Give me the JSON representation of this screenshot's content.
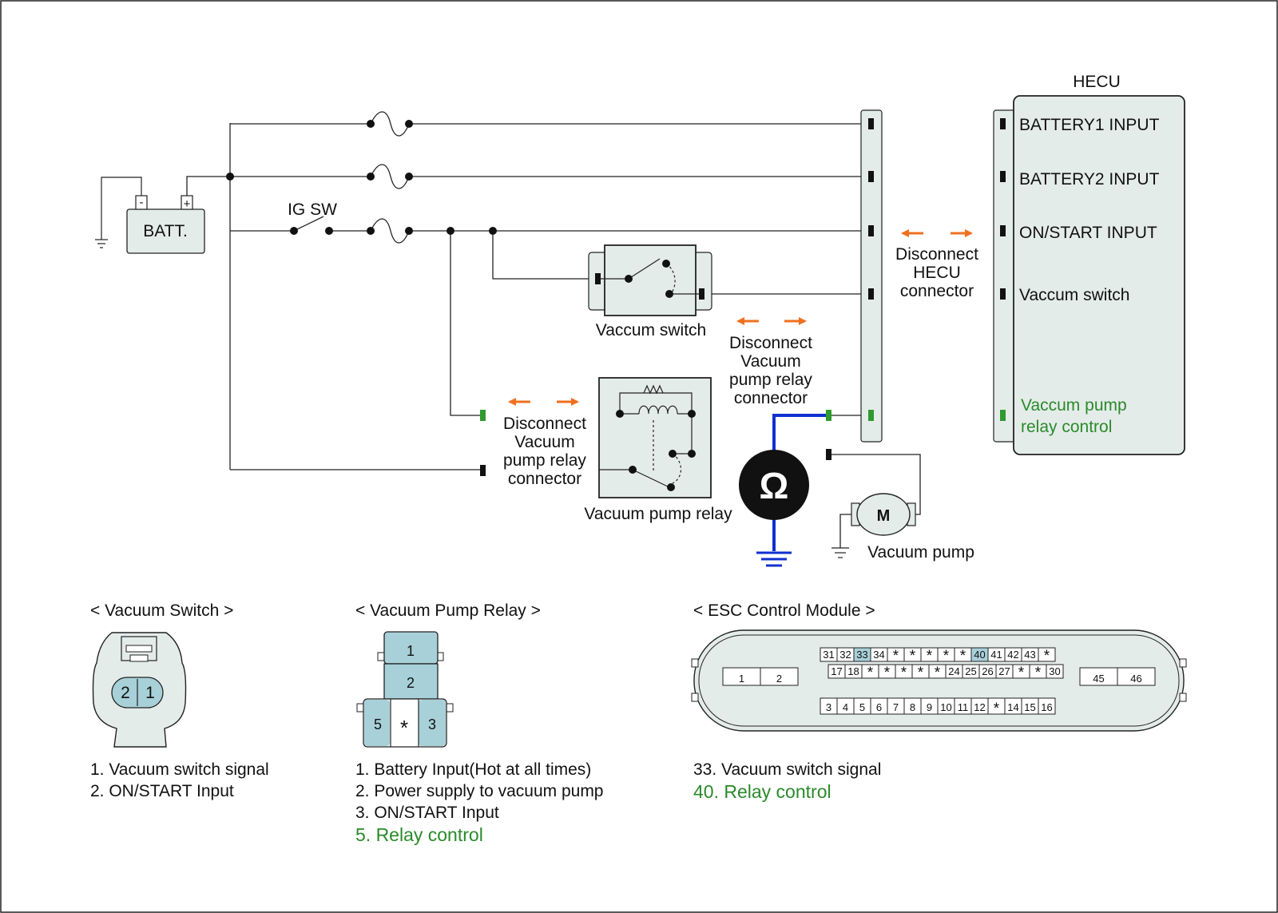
{
  "colors": {
    "panel_fill": "#e4ecea",
    "pin_highlight": "#a8d0d8",
    "accent_orange": "#f07020",
    "ground_blue": "#1030d0",
    "green_text": "#2a8a2a",
    "green_pin": "#2f9a2f"
  },
  "circuit": {
    "battery_label": "BATT.",
    "battery_minus": "-",
    "battery_plus": "+",
    "ig_sw_label": "IG SW",
    "vacuum_switch_label": "Vaccum switch",
    "relay_label": "Vacuum pump relay",
    "pump_label": "Vacuum pump",
    "motor_symbol": "M",
    "ohmmeter_symbol": "Ω",
    "disconnect_hecu": [
      "Disconnect",
      "HECU",
      "connector"
    ],
    "disconnect_relay_a": [
      "Disconnect",
      "Vacuum",
      "pump relay",
      "connector"
    ],
    "disconnect_relay_b": [
      "Disconnect",
      "Vacuum",
      "pump relay",
      "connector"
    ]
  },
  "hecu": {
    "title": "HECU",
    "pins": [
      "BATTERY1 INPUT",
      "BATTERY2 INPUT",
      "ON/START INPUT",
      "Vaccum switch"
    ],
    "relay_control": [
      "Vaccum pump",
      "relay control"
    ]
  },
  "connectors": {
    "vacuum_switch": {
      "title": "< Vacuum Switch >",
      "pins": [
        "2",
        "1"
      ],
      "legend": [
        "1. Vacuum switch signal",
        "2. ON/START Input"
      ]
    },
    "vacuum_pump_relay": {
      "title": "< Vacuum Pump Relay >",
      "pins": [
        "1",
        "2",
        "5",
        "*",
        "3"
      ],
      "legend": [
        "1. Battery Input(Hot at all times)",
        "2. Power supply to vacuum pump",
        "3. ON/START Input"
      ],
      "legend_highlight": "5. Relay control"
    },
    "esc_module": {
      "title": "< ESC Control Module >",
      "row_top": [
        "31",
        "32",
        "33",
        "34",
        "*",
        "*",
        "*",
        "*",
        "*",
        "40",
        "41",
        "42",
        "43",
        "*"
      ],
      "row_mid": [
        "17",
        "18",
        "*",
        "*",
        "*",
        "*",
        "*",
        "24",
        "25",
        "26",
        "27",
        "*",
        "*",
        "30"
      ],
      "row_bottom": [
        "3",
        "4",
        "5",
        "6",
        "7",
        "8",
        "9",
        "10",
        "11",
        "12",
        "*",
        "14",
        "15",
        "16"
      ],
      "left_block": [
        "1",
        "2"
      ],
      "right_block": [
        "45",
        "46"
      ],
      "highlighted": [
        "33",
        "40"
      ],
      "legend": [
        "33. Vacuum switch signal"
      ],
      "legend_highlight": "40. Relay control"
    }
  }
}
